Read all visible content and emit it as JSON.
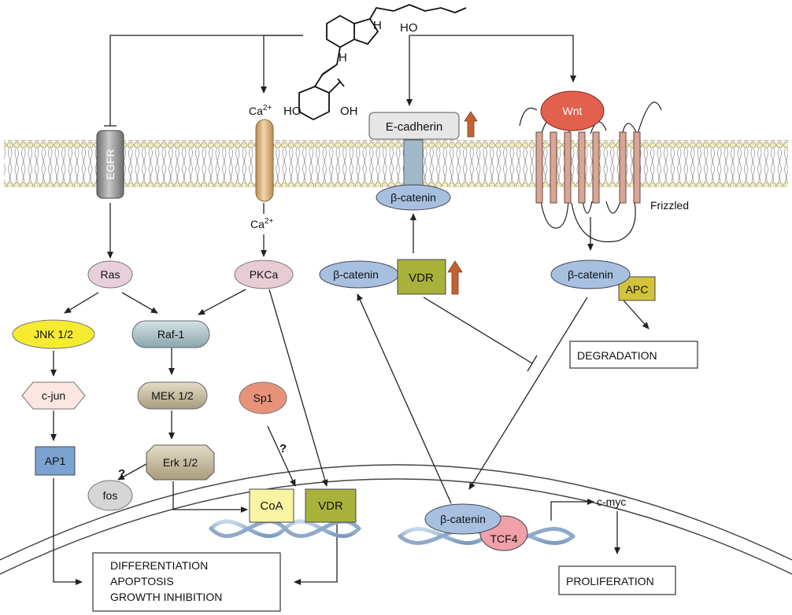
{
  "molecule": {
    "ho_top": "HO",
    "h_upper": "H",
    "h_lower": "H",
    "ho_left": "HO",
    "oh_right": "OH"
  },
  "membrane": {
    "egfr": "EGFR",
    "calcium_out": "Ca",
    "calcium_in": "Ca",
    "calcium_charge": "2+",
    "ecadherin": "E-cadherin",
    "beta_catenin_membrane": "β-catenin",
    "wnt": "Wnt",
    "frizzled": "Frizzled"
  },
  "cytoplasm": {
    "ras": "Ras",
    "pkca": "PKCa",
    "jnk": "JNK 1/2",
    "raf": "Raf-1",
    "cjun": "c-jun",
    "mek": "MEK 1/2",
    "sp1": "Sp1",
    "erk": "Erk 1/2",
    "ap1": "AP1",
    "fos": "fos",
    "question_sp1": "?",
    "question_fos": "?",
    "beta_catenin_vdr": "β-catenin",
    "vdr_cyto": "VDR",
    "beta_catenin_apc": "β-catenin",
    "apc": "APC",
    "degradation": "DEGRADATION"
  },
  "nucleus": {
    "coa": "CoA",
    "vdr_nuc": "VDR",
    "beta_catenin_nuc": "β-catenin",
    "tcf4": "TCF4",
    "cmyc": "c-myc",
    "outcome_1": "DIFFERENTIATION",
    "outcome_2": "APOPTOSIS",
    "outcome_3": "GROWTH INHIBITION",
    "proliferation": "PROLIFERATION"
  },
  "colors": {
    "membrane_head": "#f2ecc0",
    "egfr": "#8a8a8a",
    "calcium_channel": "#d9b07a",
    "ecadherin": "#e6e6e6",
    "beta_catenin": "#a7c0e0",
    "wnt": "#e2604e",
    "frizzled": "#d8a596",
    "ras": "#e7d0dc",
    "pkca": "#e8ccd4",
    "jnk": "#f5ec31",
    "raf": "#a8bfc4",
    "cjun": "#fbe6e2",
    "mek": "#c4bba0",
    "erk": "#c4bba0",
    "sp1": "#e79379",
    "ap1": "#7aa3cf",
    "fos": "#d6d6d6",
    "vdr": "#a8b23a",
    "coa": "#f8f4a2",
    "apc": "#d4c23a",
    "tcf4": "#f0a0a6",
    "up_arrow": "#c4612f"
  }
}
